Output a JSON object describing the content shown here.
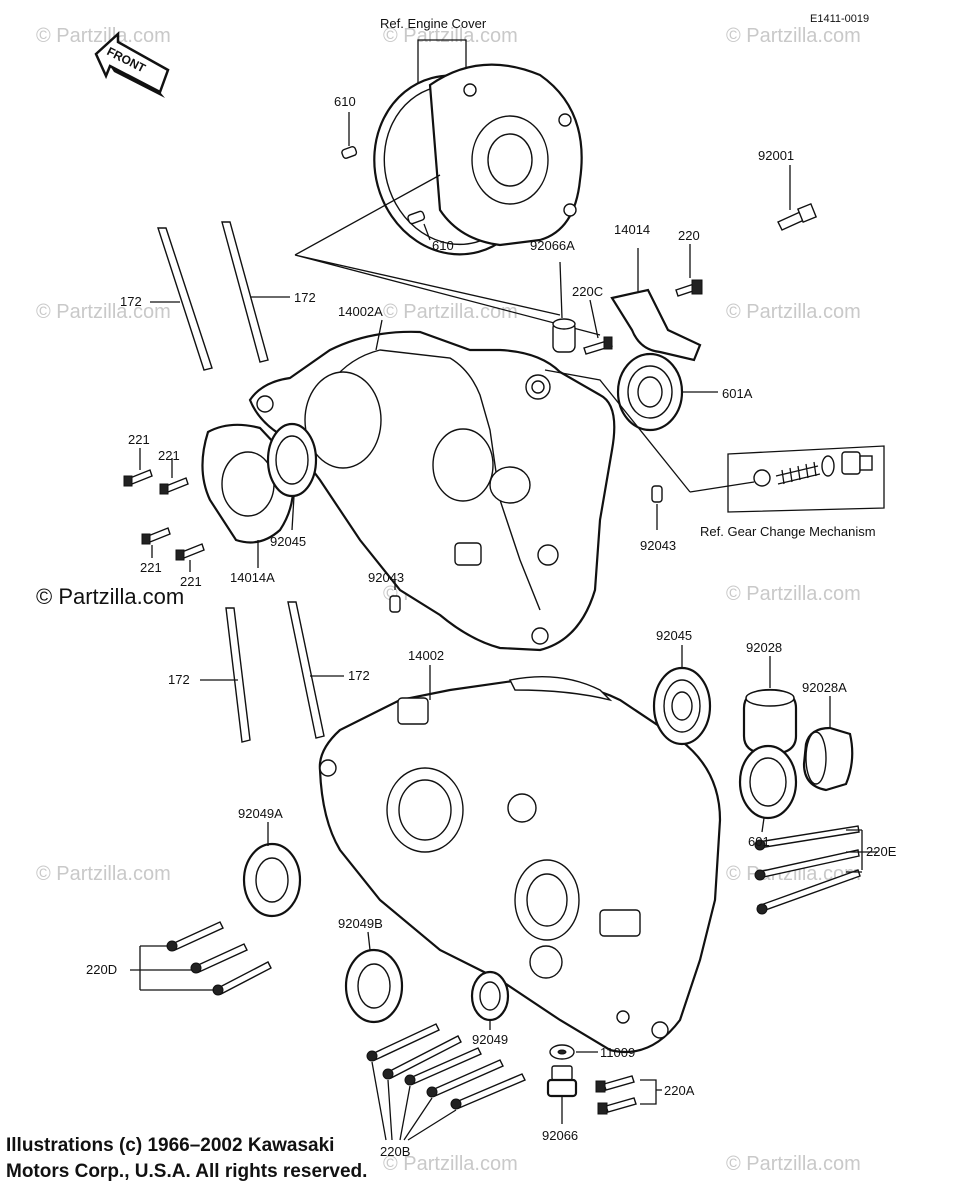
{
  "diagram_code": "E1411-0019",
  "front_arrow_label": "FRONT",
  "watermark": "© Partzilla.com",
  "watermark_main": "© Partzilla.com",
  "reference_labels": {
    "engine_cover": "Ref. Engine Cover",
    "gear_change": "Ref.  Gear Change Mechanism"
  },
  "part_labels": {
    "p610_top": "610",
    "p610_mid": "610",
    "p92001": "92001",
    "p220": "220",
    "p14014": "14014",
    "p92066A": "92066A",
    "p220C": "220C",
    "p14002A": "14002A",
    "p172_1": "172",
    "p172_2": "172",
    "p601A": "601A",
    "p221_1": "221",
    "p221_2": "221",
    "p221_3": "221",
    "p221_4": "221",
    "p92045_top": "92045",
    "p14014A": "14014A",
    "p92043_right": "92043",
    "p92043_mid": "92043",
    "p172_3": "172",
    "p172_4": "172",
    "p14002": "14002",
    "p92045_low": "92045",
    "p92028": "92028",
    "p92028A": "92028A",
    "p601": "601",
    "p220E": "220E",
    "p92049A": "92049A",
    "p92049B": "92049B",
    "p220D": "220D",
    "p92049": "92049",
    "p11009": "11009",
    "p220A": "220A",
    "p220B": "220B",
    "p92066": "92066"
  },
  "copyright": {
    "line1": "Illustrations (c) 1966–2002 Kawasaki",
    "line2": "Motors Corp., U.S.A.  All rights reserved."
  }
}
